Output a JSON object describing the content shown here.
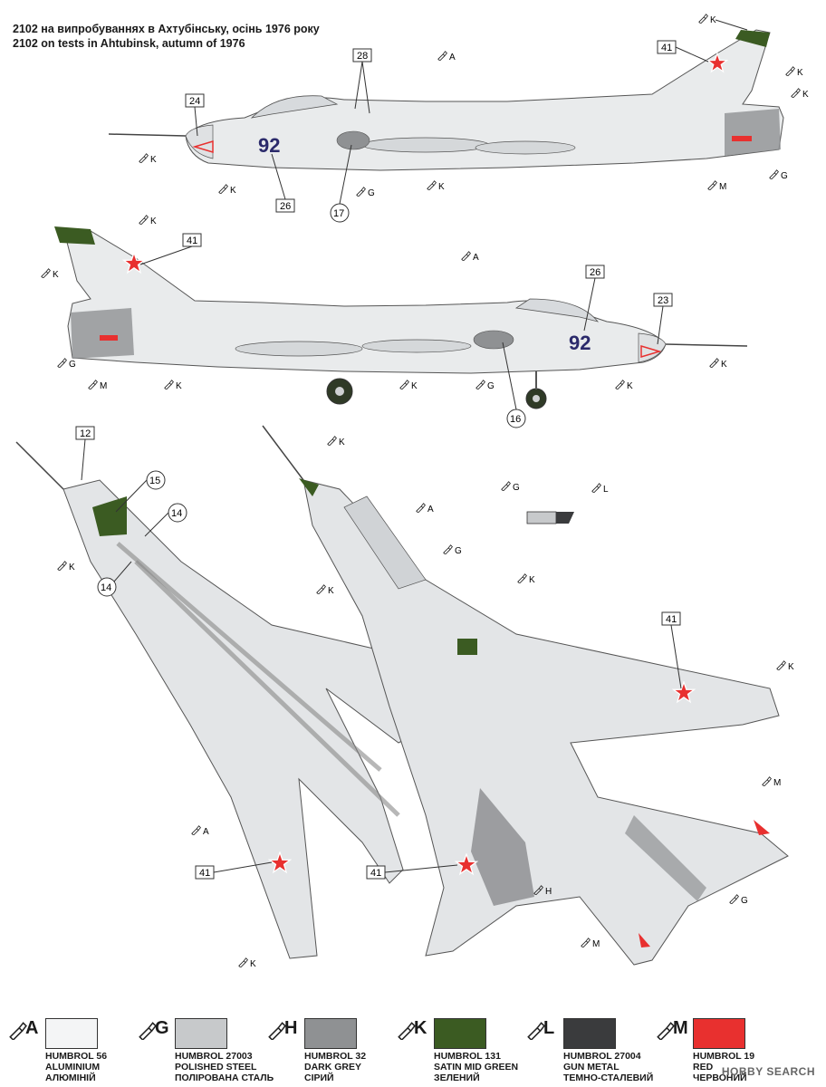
{
  "title": {
    "line1": "2102 на випробуваннях в Ахтубінську, осінь 1976 року",
    "line2": "2102 on tests in Ahtubinsk, autumn of 1976"
  },
  "tail_number": "92",
  "callouts": {
    "n12": "12",
    "n14": "14",
    "n15": "15",
    "n16": "16",
    "n17": "17",
    "n23": "23",
    "n24": "24",
    "n26": "26",
    "n28": "28",
    "n41": "41"
  },
  "codes": {
    "A": "A",
    "G": "G",
    "H": "H",
    "K": "K",
    "L": "L",
    "M": "M"
  },
  "legend": [
    {
      "code": "A",
      "color": "#f4f5f6",
      "l1": "HUMBROL 56",
      "l2": "ALUMINIUM",
      "l3": "АЛЮМІНІЙ"
    },
    {
      "code": "G",
      "color": "#c7c9cb",
      "l1": "HUMBROL 27003",
      "l2": "POLISHED STEEL",
      "l3": "ПОЛІРОВАНА СТАЛЬ"
    },
    {
      "code": "H",
      "color": "#8f9193",
      "l1": "HUMBROL 32",
      "l2": "DARK GREY",
      "l3": "СІРИЙ"
    },
    {
      "code": "K",
      "color": "#3b5b22",
      "l1": "HUMBROL 131",
      "l2": "SATIN MID GREEN",
      "l3": "ЗЕЛЕНИЙ"
    },
    {
      "code": "L",
      "color": "#3a3b3d",
      "l1": "HUMBROL 27004",
      "l2": "GUN METAL",
      "l3": "ТЕМНО-СТАЛЕВИЙ"
    },
    {
      "code": "M",
      "color": "#e8302f",
      "l1": "HUMBROL 19",
      "l2": "RED",
      "l3": "ЧЕРВОНИЙ"
    }
  ],
  "watermark": "HOBBY SEARCH"
}
